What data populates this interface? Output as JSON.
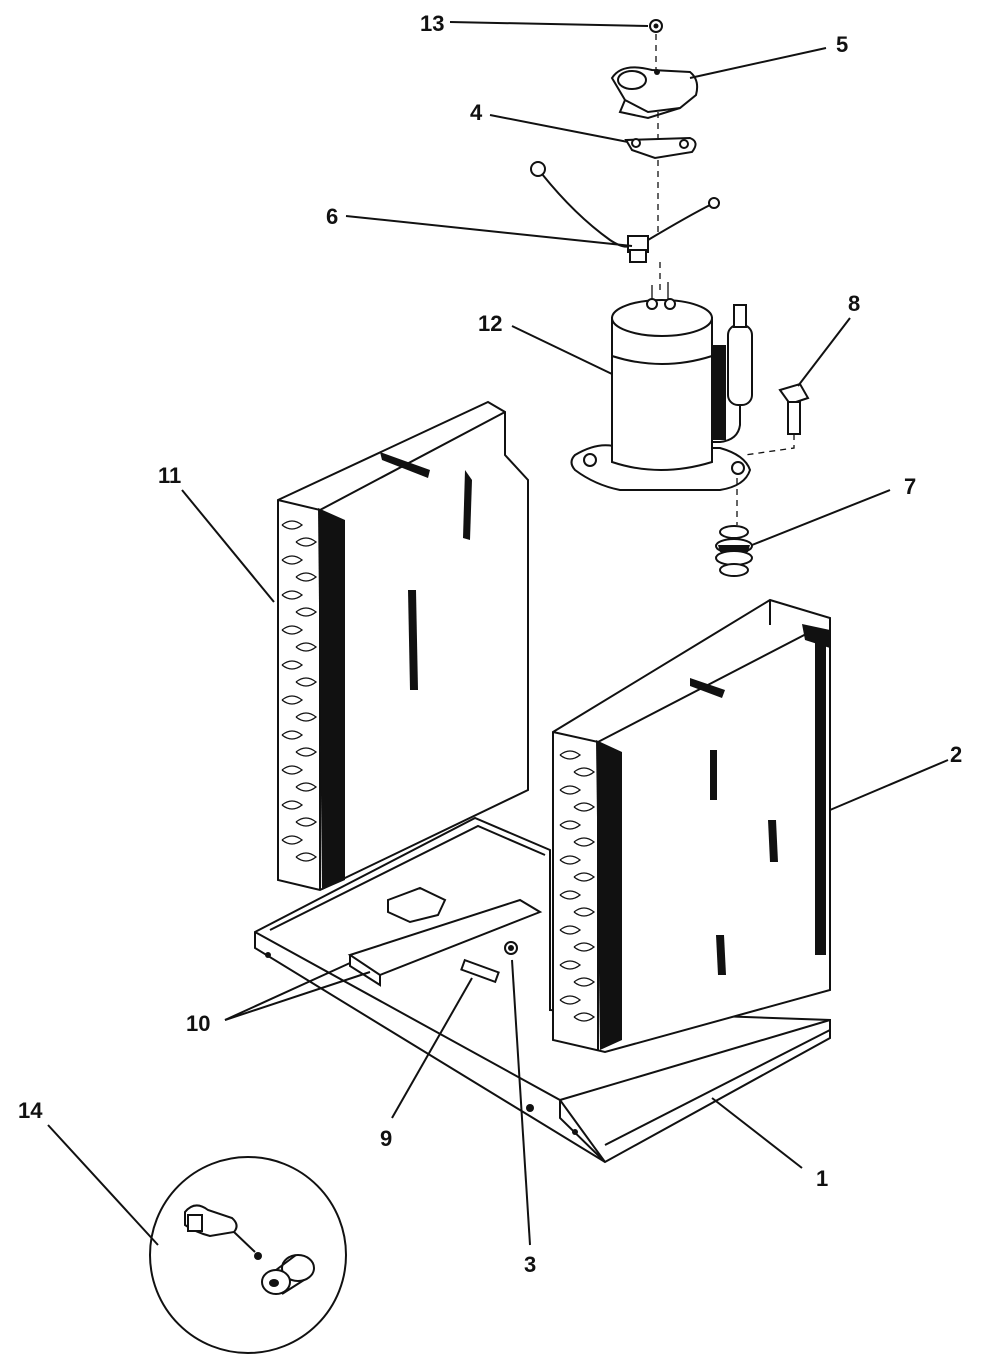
{
  "callouts": {
    "n1": "1",
    "n2": "2",
    "n3": "3",
    "n4": "4",
    "n5": "5",
    "n6": "6",
    "n7": "7",
    "n8": "8",
    "n9": "9",
    "n10": "10",
    "n11": "11",
    "n12": "12",
    "n13": "13",
    "n14": "14"
  },
  "colors": {
    "ink": "#111111",
    "paper": "#ffffff"
  }
}
